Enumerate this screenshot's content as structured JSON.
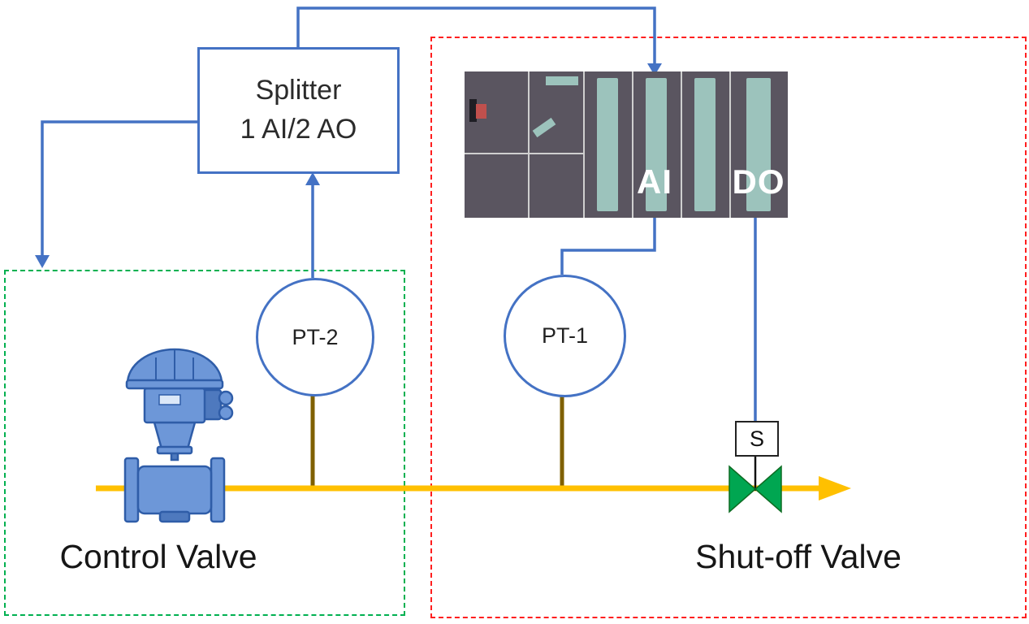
{
  "colors": {
    "connector_blue": "#4472C4",
    "box_blue": "#4472C4",
    "pipe_yellow": "#FFC000",
    "impulse_olive": "#7F6000",
    "zone_green": "#00B050",
    "zone_red": "#FF1F1F",
    "valve_green": "#00A651",
    "plc_gray": "#5A5560",
    "plc_slot_teal": "#9CC3BC",
    "text_dark": "#1f1f1f"
  },
  "splitter": {
    "line1": "Splitter",
    "line2": "1 AI/2 AO"
  },
  "plc": {
    "ai_label": "AI",
    "do_label": "DO"
  },
  "instruments": {
    "pt2_label": "PT-2",
    "pt1_label": "PT-1"
  },
  "solenoid": {
    "label": "S"
  },
  "zones": {
    "control_valve": {
      "label": "Control Valve"
    },
    "shutoff_valve": {
      "label": "Shut-off Valve"
    }
  }
}
